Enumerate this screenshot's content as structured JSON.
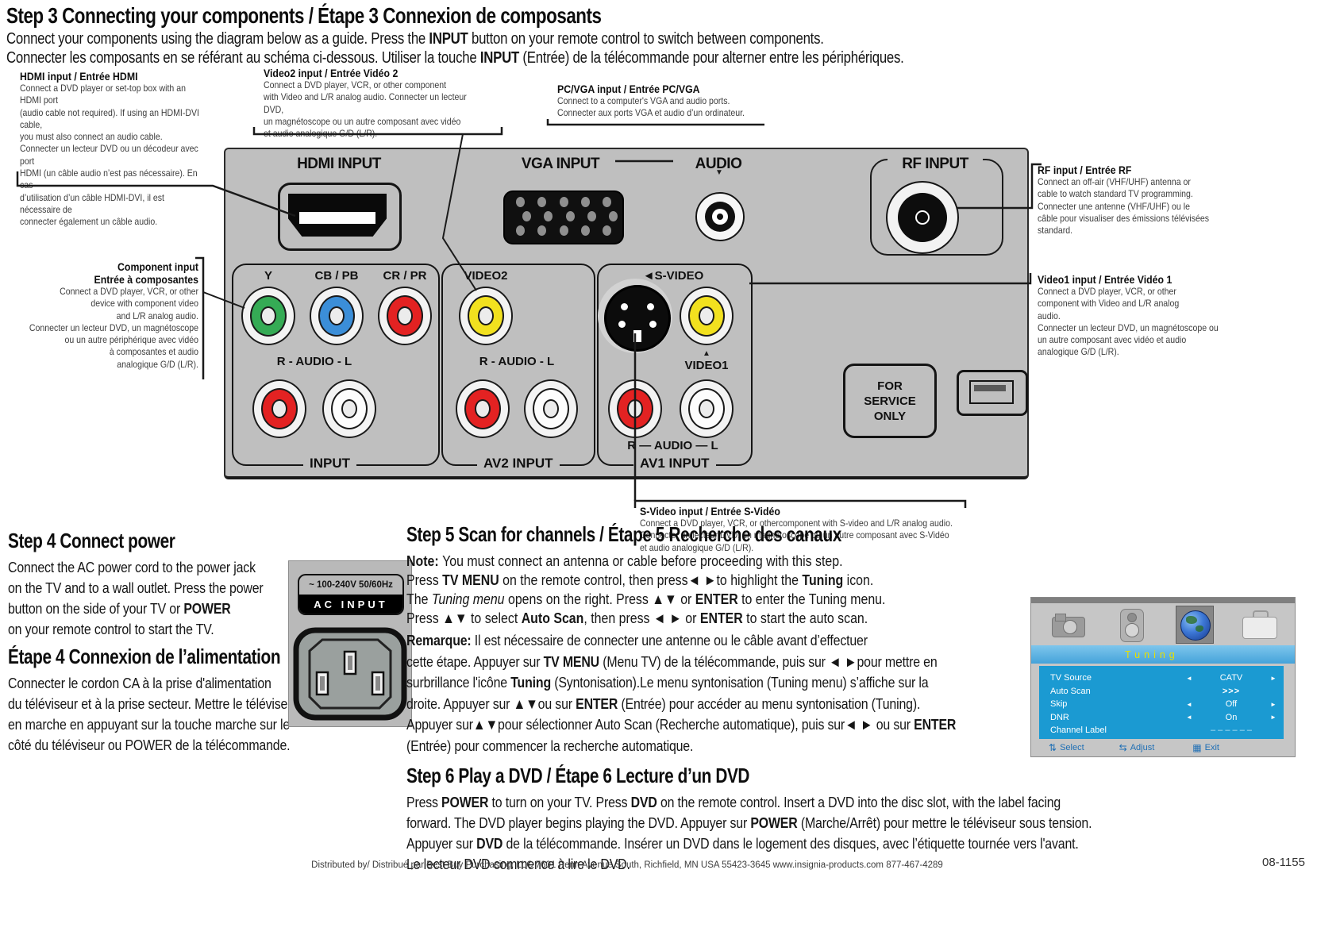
{
  "colors": {
    "panel_gray": "#bfbfbf",
    "menu_blue": "#1b9ad2",
    "tuning_bar_blue": "#58b0e0",
    "tuning_title_yellow": "#e8e000",
    "jack_green": "#35ab55",
    "jack_blue": "#3b8ed8",
    "jack_red": "#e32222",
    "jack_yellow": "#f2e11f"
  },
  "header": {
    "title": "Step 3  Connecting your components / Étape 3 Connexion de composants",
    "intro_en": [
      {
        "t": "Connect your components using the diagram below as a guide. Press the "
      },
      {
        "t": "INPUT",
        "b": 1
      },
      {
        "t": " button on your remote control to switch between components."
      }
    ],
    "intro_fr": [
      {
        "t": "Connecter les composants en se référant au schéma ci-dessous. Utiliser la touche "
      },
      {
        "t": "INPUT",
        "b": 1
      },
      {
        "t": " (Entrée) de la télécommande pour alterner entre les périphériques."
      }
    ]
  },
  "callouts": {
    "hdmi": {
      "title": "HDMI input / Entrée HDMI",
      "body": "Connect a DVD player or set-top box with an HDMI port\n(audio cable not required). If using an HDMI-DVI cable,\nyou must also connect an audio cable.\nConnecter un lecteur DVD ou un décodeur avec port\nHDMI (un câble audio n’est pas nécessaire). En cas\nd’utilisation d’un câble HDMI-DVI, il est nécessaire de\nconnecter également un câble audio."
    },
    "video2": {
      "title": "Video2 input / Entrée Vidéo 2",
      "body": "Connect  a DVD player, VCR, or other component\nwith Video and L/R analog audio. Connecter un lecteur DVD,\nun magnétoscope ou un autre composant avec vidéo\net audio analogique G/D (L/R)."
    },
    "pcvga": {
      "title": "PC/VGA input / Entrée PC/VGA",
      "body": "Connect to a computer's VGA and audio ports.\nConnecter aux ports VGA et audio d’un ordinateur."
    },
    "rf": {
      "title": "RF input / Entrée RF",
      "body": "Connect an off-air (VHF/UHF) antenna or\ncable to watch standard TV programming.\nConnecter une antenne (VHF/UHF) ou le\ncâble pour visualiser des émissions télévisées\nstandard."
    },
    "component": {
      "title1": "Component input",
      "title2": "Entrée à composantes",
      "body": "Connect a DVD player, VCR, or other\ndevice with component video\nand L/R analog audio.\nConnecter un lecteur DVD, un magnétoscope\nou un autre périphérique avec vidéo\nà composantes et audio\nanalogique G/D (L/R)."
    },
    "video1": {
      "title": "Video1 input / Entrée Vidéo 1",
      "body": "Connect a DVD player, VCR, or other\ncomponent with Video and L/R analog\naudio.\nConnecter un lecteur DVD, un magnétoscope ou\nun autre composant avec vidéo et audio\nanalogique G/D (L/R)."
    },
    "svideo": {
      "title": "S-Video input / Entrée S-Vidéo",
      "body": "Connect a DVD player, VCR, or othercomponent with S-video and L/R analog audio.\nConnecter un lecteur DVD, un magnétoscope ou un autre composant avec S-Vidéo\net audio analogique G/D (L/R)."
    }
  },
  "panel": {
    "labels": {
      "hdmi_input": "HDMI INPUT",
      "vga_input": "VGA INPUT",
      "audio": "AUDIO",
      "audio_down_arrow": "▼",
      "rf_input": "RF INPUT",
      "y": "Y",
      "cbpb": "CB / PB",
      "crpr": "CR / PR",
      "video2": "VIDEO2",
      "svideo": "◄S-VIDEO",
      "r_audio_l": "R - AUDIO - L",
      "video1_up_arrow": "▲",
      "video1": "VIDEO1",
      "r_audio_l_av1": "R — AUDIO — L",
      "input": "INPUT",
      "av2_input": "AV2 INPUT",
      "av1_input": "AV1 INPUT",
      "for_service": "FOR\nSERVICE\nONLY"
    }
  },
  "step4": {
    "title_en": "Step 4  Connect power",
    "body_en": [
      {
        "t": "Connect the AC power cord to the power jack\non the TV and to a wall outlet. Press the power\nbutton on the side of your TV or "
      },
      {
        "t": "POWER",
        "b": 1
      },
      {
        "t": "\non your remote control to start the TV."
      }
    ],
    "title_fr": "Étape 4  Connexion de l’alimentation",
    "body_fr": [
      {
        "t": "Connecter le cordon CA à la prise d'alimentation\ndu téléviseur et à la prise secteur. Mettre le téléviseur\nen marche en appuyant sur la touche marche sur le\ncôté du téléviseur ou POWER de la télécommande."
      }
    ]
  },
  "ac": {
    "rating": "~ 100-240V   50/60Hz",
    "label": "AC INPUT"
  },
  "step5": {
    "title": [
      {
        "t": "Step 5",
        "b": 1
      },
      {
        "t": " Scan for channels / "
      },
      {
        "t": "Étape 5",
        "b": 1
      },
      {
        "t": " Recherche des canaux"
      }
    ],
    "note": [
      {
        "t": "Note: ",
        "b": 1
      },
      {
        "t": "You must connect an antenna or cable before proceeding with this step."
      }
    ],
    "line1": [
      {
        "t": "Press "
      },
      {
        "t": "TV MENU",
        "b": 1
      },
      {
        "t": " on the remote control, then press"
      },
      {
        "t": "◄ ►",
        "b": 1
      },
      {
        "t": "to highlight the "
      },
      {
        "t": "Tuning",
        "b": 1
      },
      {
        "t": "  icon."
      }
    ],
    "line2": [
      {
        "t": "The "
      },
      {
        "t": "Tuning menu",
        "i": 1
      },
      {
        "t": " opens on the right. Press "
      },
      {
        "t": "▲▼",
        "b": 1
      },
      {
        "t": " or "
      },
      {
        "t": "ENTER",
        "b": 1
      },
      {
        "t": " to enter the Tuning menu."
      }
    ],
    "line3": [
      {
        "t": "Press "
      },
      {
        "t": "▲▼",
        "b": 1
      },
      {
        "t": " to select "
      },
      {
        "t": "Auto Scan",
        "b": 1
      },
      {
        "t": ", then press "
      },
      {
        "t": "◄ ►",
        "b": 1
      },
      {
        "t": " or "
      },
      {
        "t": "ENTER",
        "b": 1
      },
      {
        "t": " to start the auto scan."
      }
    ],
    "remark": [
      {
        "t": "Remarque: ",
        "b": 1
      },
      {
        "t": "Il est nécessaire de connecter une antenne ou le câble avant d’effectuer\ncette étape. Appuyer sur "
      },
      {
        "t": "TV MENU",
        "b": 1
      },
      {
        "t": " (Menu TV) de la télécommande, puis sur "
      },
      {
        "t": "◄ ►",
        "b": 1
      },
      {
        "t": "pour mettre en\nsurbrillance l'icône "
      },
      {
        "t": "Tuning",
        "b": 1
      },
      {
        "t": " (Syntonisation).Le menu syntonisation (Tuning menu) s’affiche sur la\ndroite. Appuyer sur "
      },
      {
        "t": "▲▼",
        "b": 1
      },
      {
        "t": "ou sur "
      },
      {
        "t": "ENTER",
        "b": 1
      },
      {
        "t": " (Entrée) pour accéder au menu syntonisation (Tuning).\nAppuyer sur"
      },
      {
        "t": "▲▼",
        "b": 1
      },
      {
        "t": "pour sélectionner Auto Scan (Recherche automatique), puis sur"
      },
      {
        "t": "◄ ►",
        "b": 1
      },
      {
        "t": " ou sur "
      },
      {
        "t": "ENTER",
        "b": 1
      },
      {
        "t": "\n(Entrée) pour commencer la recherche automatique."
      }
    ]
  },
  "menu": {
    "title": "Tuning",
    "icons": [
      "camera-icon",
      "speaker-icon",
      "globe-icon",
      "toolbox-icon"
    ],
    "items": [
      {
        "label": "TV Source",
        "left": "◄",
        "value": "CATV",
        "right": "►"
      },
      {
        "label": "Auto Scan",
        "left": "",
        "value": ">>>",
        "right": ""
      },
      {
        "label": "Skip",
        "left": "◄",
        "value": "Off",
        "right": "►"
      },
      {
        "label": "DNR",
        "left": "◄",
        "value": "On",
        "right": "►"
      },
      {
        "label": "Channel Label",
        "left": "",
        "value": "– – – – – –",
        "right": ""
      }
    ],
    "footer": [
      {
        "icon": "⇅",
        "label": "Select"
      },
      {
        "icon": "⇆",
        "label": "Adjust"
      },
      {
        "icon": "▦",
        "label": "Exit"
      }
    ]
  },
  "step6": {
    "title": [
      {
        "t": "Step 6",
        "b": 1
      },
      {
        "t": "  Play a DVD / "
      },
      {
        "t": "Étape 6 ",
        "b": 1
      },
      {
        "t": "Lecture d’un DVD"
      }
    ],
    "body": [
      {
        "t": "Press "
      },
      {
        "t": "POWER",
        "b": 1
      },
      {
        "t": " to turn on your TV. Press "
      },
      {
        "t": "DVD",
        "b": 1
      },
      {
        "t": " on the remote control. Insert a DVD into the disc slot, with the label facing\nforward. The DVD player begins playing the DVD. Appuyer sur "
      },
      {
        "t": "POWER",
        "b": 1
      },
      {
        "t": " (Marche/Arrêt) pour mettre le téléviseur sous tension.\nAppuyer sur "
      },
      {
        "t": "DVD",
        "b": 1
      },
      {
        "t": " de la télécommande. Insérer un DVD dans le logement des disques, avec l’étiquette tournée vers l'avant.\nLe lecteur DVD commence à lire le DVD."
      }
    ]
  },
  "footer": {
    "distribution": "Distributed by/ Distribué par Best Buy Purchasing,  LLC 7601 Penn Avenue South, Richfield, MN USA 55423-3645  www.insignia-products.com  877-467-4289",
    "doc_number": "08-1155"
  }
}
